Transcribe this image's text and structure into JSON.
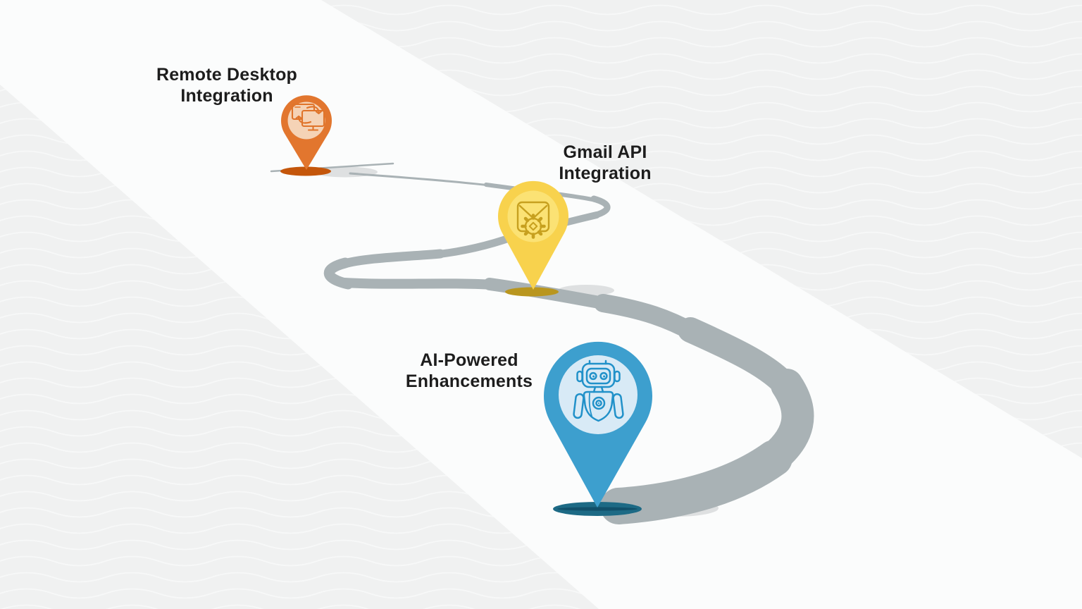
{
  "title": "Roadmap infographic with three milestones on a winding road",
  "background": {
    "base_color": "#fbfcfc",
    "band_color": "#f0f1f1",
    "wave_color": "#f7f8f8",
    "road_color": "#a9b2b5",
    "shadow_color": "#d8dbdc",
    "text_color": "#1d1d1d"
  },
  "milestones": [
    {
      "id": "remote-desktop",
      "label": "Remote Desktop\nIntegration",
      "icon": "remote-desktop-sync-icon",
      "colors": {
        "pin": "#e2762e",
        "inner": "#f5d3b6",
        "base": "#c4560b",
        "icon_stroke": "#e0742a"
      }
    },
    {
      "id": "gmail-api",
      "label": "Gmail API\nIntegration",
      "icon": "email-gear-icon",
      "colors": {
        "pin": "#f8d24d",
        "inner": "#fbe274",
        "base": "#b9961f",
        "icon_stroke": "#c7a01f"
      }
    },
    {
      "id": "ai-powered",
      "label": "AI-Powered\nEnhancements",
      "icon": "robot-icon",
      "colors": {
        "pin": "#3d9fce",
        "inner": "#d8eaf6",
        "base": "#1d6a85",
        "base_dark": "#11506a",
        "icon_stroke": "#2191c9"
      }
    }
  ]
}
